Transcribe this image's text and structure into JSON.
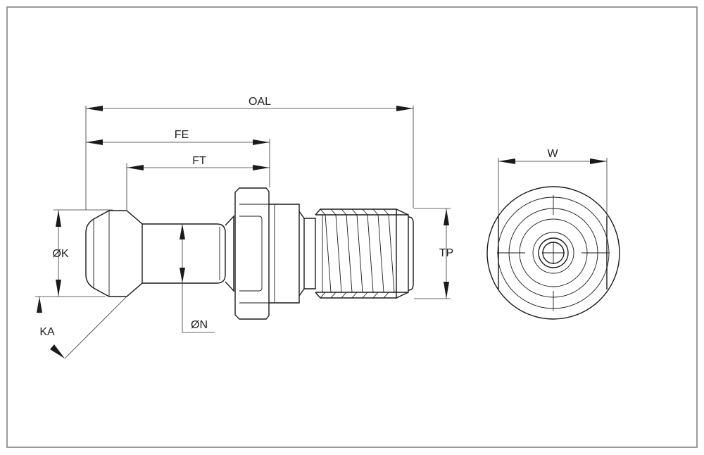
{
  "diagram": {
    "labels": {
      "oal": "OAL",
      "fe": "FE",
      "ft": "FT",
      "diameter_k": "ØK",
      "diameter_n": "ØN",
      "ka": "KA",
      "tp": "TP",
      "w": "W"
    },
    "colors": {
      "line": "#1a1a1a",
      "frame": "#9a9a9a",
      "background": "#ffffff"
    }
  }
}
